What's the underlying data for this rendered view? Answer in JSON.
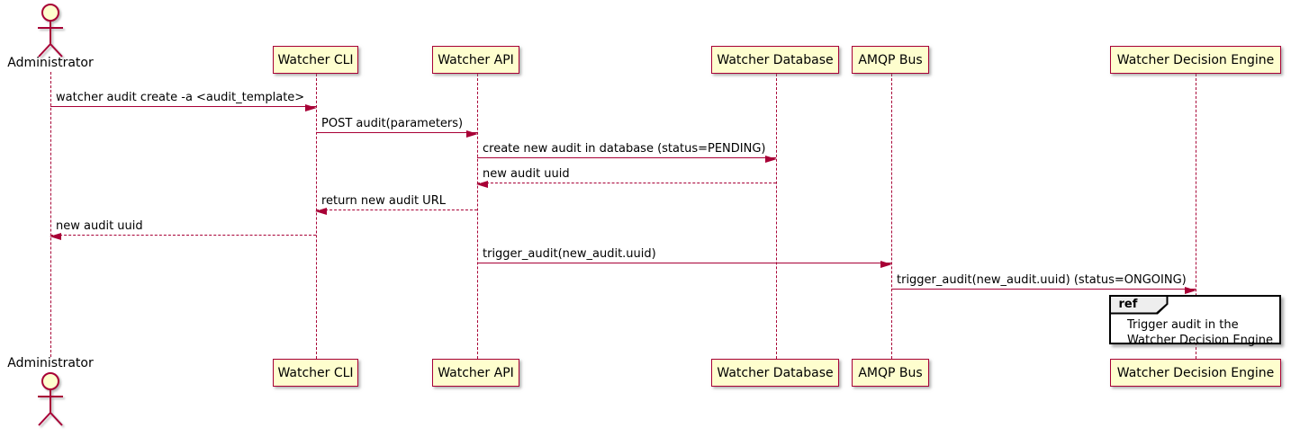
{
  "palette": {
    "participant_fill": "#FEFECE",
    "stroke": "#A80036",
    "text": "#000000",
    "ref_border": "#000000",
    "ref_header_fill": "#EEEEEE",
    "ref_body_fill": "#FFFFFF"
  },
  "actor": {
    "name": "Administrator"
  },
  "participants": [
    {
      "label": "Watcher CLI"
    },
    {
      "label": "Watcher API"
    },
    {
      "label": "Watcher Database"
    },
    {
      "label": "AMQP Bus"
    },
    {
      "label": "Watcher Decision Engine"
    }
  ],
  "messages": [
    {
      "from": "Administrator",
      "to": "Watcher CLI",
      "text": "watcher audit create -a <audit_template>",
      "line": "solid",
      "direction": "right"
    },
    {
      "from": "Watcher CLI",
      "to": "Watcher API",
      "text": "POST audit(parameters)",
      "line": "solid",
      "direction": "right"
    },
    {
      "from": "Watcher API",
      "to": "Watcher Database",
      "text": "create new audit in database (status=PENDING)",
      "line": "solid",
      "direction": "right"
    },
    {
      "from": "Watcher Database",
      "to": "Watcher API",
      "text": "new audit uuid",
      "line": "dashed",
      "direction": "left"
    },
    {
      "from": "Watcher API",
      "to": "Watcher CLI",
      "text": "return new audit URL",
      "line": "dashed",
      "direction": "left"
    },
    {
      "from": "Watcher CLI",
      "to": "Administrator",
      "text": "new audit uuid",
      "line": "dashed",
      "direction": "left"
    },
    {
      "from": "Watcher API",
      "to": "AMQP Bus",
      "text": "trigger_audit(new_audit.uuid)",
      "line": "solid",
      "direction": "right"
    },
    {
      "from": "AMQP Bus",
      "to": "Watcher Decision Engine",
      "text": "trigger_audit(new_audit.uuid) (status=ONGOING)",
      "line": "solid",
      "direction": "right"
    }
  ],
  "ref": {
    "keyword": "ref",
    "line1": "Trigger audit in the",
    "line2": "Watcher Decision Engine"
  }
}
